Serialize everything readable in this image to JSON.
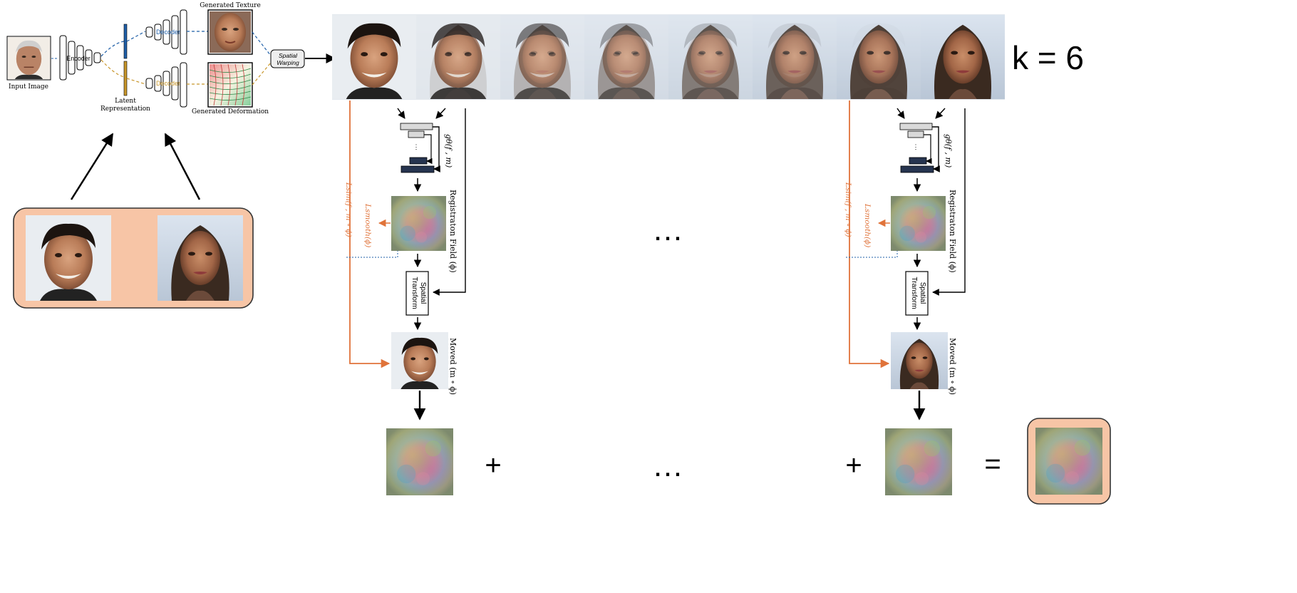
{
  "pipeline": {
    "input_label": "Input Image",
    "encoder_label": "Encoder",
    "decoder_label": "Decoder",
    "latent_label_line1": "Latent",
    "latent_label_line2": "Representation",
    "texture_label": "Generated Texture",
    "deformation_label": "Generated Deformation",
    "warp_label_line1": "Spatial",
    "warp_label_line2": "Warping"
  },
  "sequence": {
    "frame_count": 8,
    "k_label": "k = 6"
  },
  "registration": {
    "network_label": "gθ(f , m)",
    "field_label": "Registraton Field (ϕ)",
    "transform_line1": "Spatial",
    "transform_line2": "Transform",
    "moved_label": "Moved  (m ∘ ϕ)",
    "loss_sim": "Lsim(f , m ∘ ϕ)",
    "loss_smooth": "Lsmooth(ϕ)"
  },
  "bottom": {
    "plus": "+",
    "equals": "=",
    "ellipsis": "…"
  },
  "colors": {
    "orange": "#e0733a",
    "blue": "#1f5fa8",
    "gold": "#c8962a",
    "salmon": "#f7c5a6",
    "navy": "#26344f"
  }
}
